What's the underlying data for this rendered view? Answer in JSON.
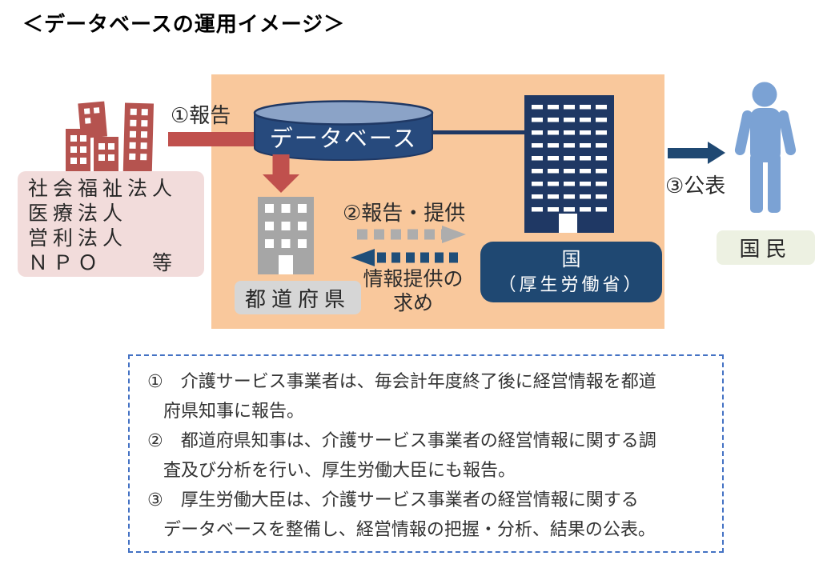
{
  "title": "＜データベースの運用イメージ＞",
  "providers": {
    "lines": [
      "社会福祉法人",
      "医療法人",
      "営利法人",
      "ＮＰＯ　　等"
    ]
  },
  "flow": {
    "step1_label": "①報告",
    "database_label": "データベース",
    "prefecture_label": "都道府県",
    "step2_label": "②報告・提供",
    "request_label_line1": "情報提供の",
    "request_label_line2": "求め",
    "nation_label_line1": "国",
    "nation_label_line2": "（厚生労働省）",
    "step3_label": "③公表",
    "citizens_label": "国民"
  },
  "notes": {
    "lines": [
      "①　介護サービス事業者は、毎会計年度終了後に経営情報を都道",
      "府県知事に報告。",
      "②　都道府県知事は、介護サービス事業者の経営情報に関する調",
      "査及び分析を行い、厚生労働大臣にも報告。",
      "③　厚生労働大臣は、介護サービス事業者の経営情報に関する",
      "データベースを整備し、経営情報の把握・分析、結果の公表。"
    ]
  },
  "colors": {
    "brick_red": "#b5534f",
    "arrow_red": "#c0504d",
    "navy": "#1f3864",
    "navy_medium": "#1f4872",
    "cylinder_body": "#274a7d",
    "cylinder_top": "#8ba3c7",
    "steel_blue_person": "#7ba2d4",
    "orange_background": "#f9c89c",
    "pink_background": "#f2dcdb",
    "gray_building": "#a6a6a6",
    "gray_label": "#d6d6d6",
    "gray_dash_arrow": "#adadad",
    "blue_dash_arrow": "#1f4e79",
    "green_background": "#edf1e2",
    "notes_border_blue": "#4472c4"
  }
}
